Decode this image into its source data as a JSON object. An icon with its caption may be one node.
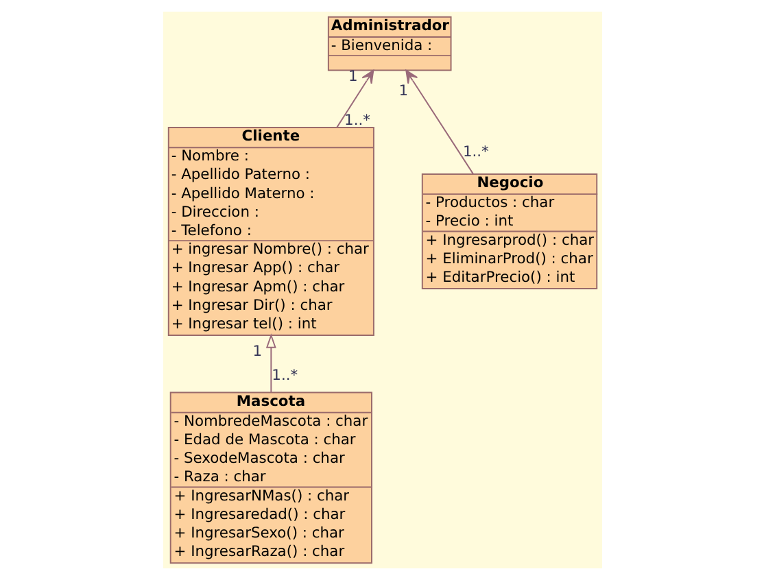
{
  "diagram": {
    "nodes": [
      {
        "text": [
          "Administrador",
          "- Bienvenida :"
        ]
      },
      {
        "text": [
          "Cliente",
          "- Nombre :",
          "- Apellido Paterno :",
          "- Apellido Materno :",
          "- Direccion :",
          "- Telefono :",
          "+ ingresar Nombre() : char",
          "+ Ingresar App() : char",
          "+ Ingresar Apm() : char",
          "+ Ingresar Dir() : char",
          "+ Ingresar tel() : int"
        ]
      },
      {
        "text": [
          "Negocio",
          "- Productos : char",
          "- Precio : int",
          "+ Ingresarprod() : char",
          "+ EliminarProd() : char",
          "+ EditarPrecio() : int"
        ]
      },
      {
        "text": [
          "Mascota",
          "- NombredeMascota : char",
          "- Edad de Mascota : char",
          "- SexodeMascota : char",
          "- Raza : char",
          "+ IngresarNMas() : char",
          "+ Ingresaredad() : char",
          "+ IngresarSexo() : char",
          "+ IngresarRaza() : char"
        ]
      }
    ],
    "edges": [
      {
        "from": 1,
        "to": 0,
        "arrow": "to"
      },
      {
        "from": 2,
        "to": 0,
        "arrow": "to"
      },
      {
        "from": 3,
        "to": 1,
        "arrow": "to"
      }
    ],
    "labels": [
      "1",
      "1",
      "1..*",
      "1..*",
      "1..*",
      "1"
    ]
  }
}
